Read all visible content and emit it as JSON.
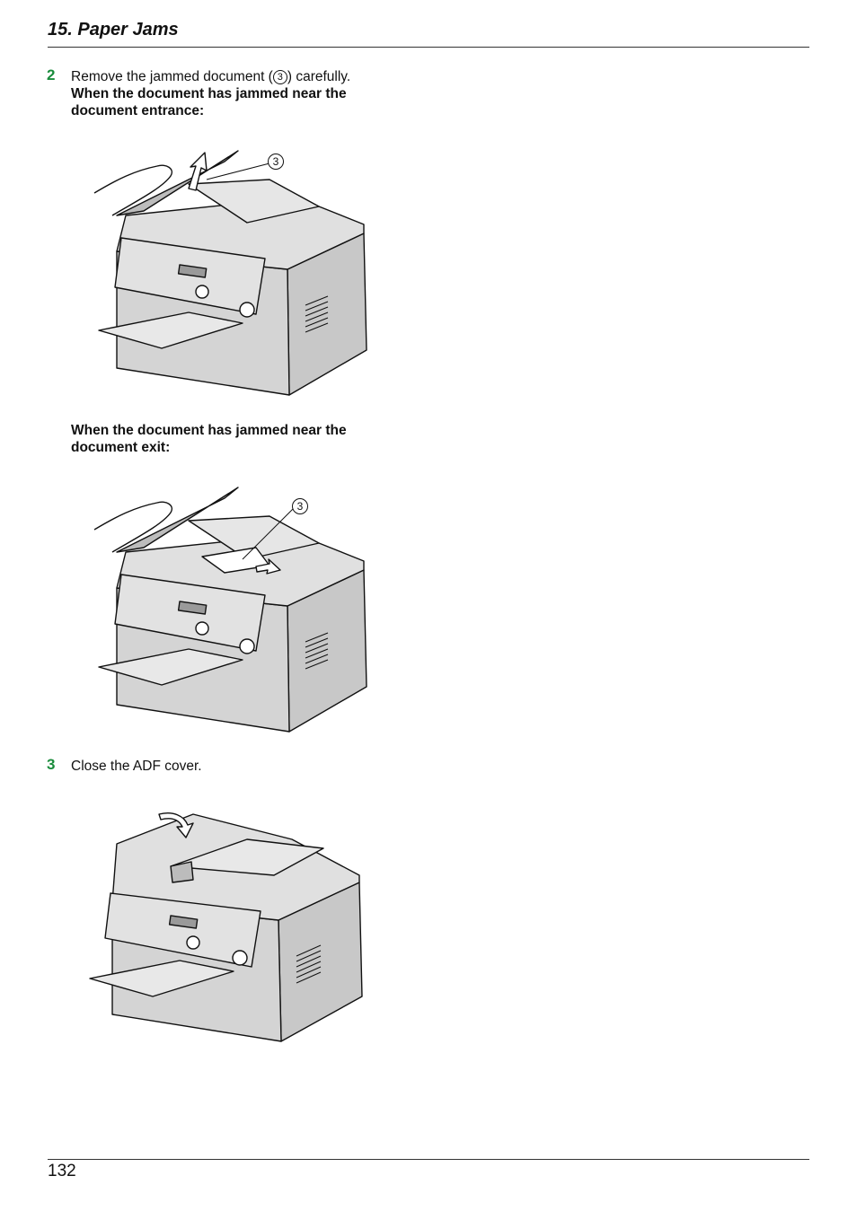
{
  "header": {
    "title": "15. Paper Jams"
  },
  "step2": {
    "number": "2",
    "text_before": "Remove the jammed document (",
    "ref": "3",
    "text_after": ") carefully.",
    "entrance_heading_line1": "When the document has jammed near the",
    "entrance_heading_line2": "document entrance:",
    "exit_heading_line1": "When the document has jammed near the",
    "exit_heading_line2": "document exit:",
    "callout_label": "3"
  },
  "step3": {
    "number": "3",
    "text": "Close the ADF cover."
  },
  "footer": {
    "page_number": "132"
  },
  "colors": {
    "step_number": "#1a8c3c",
    "device_fill": "#d4d4d4",
    "outline": "#111111"
  }
}
